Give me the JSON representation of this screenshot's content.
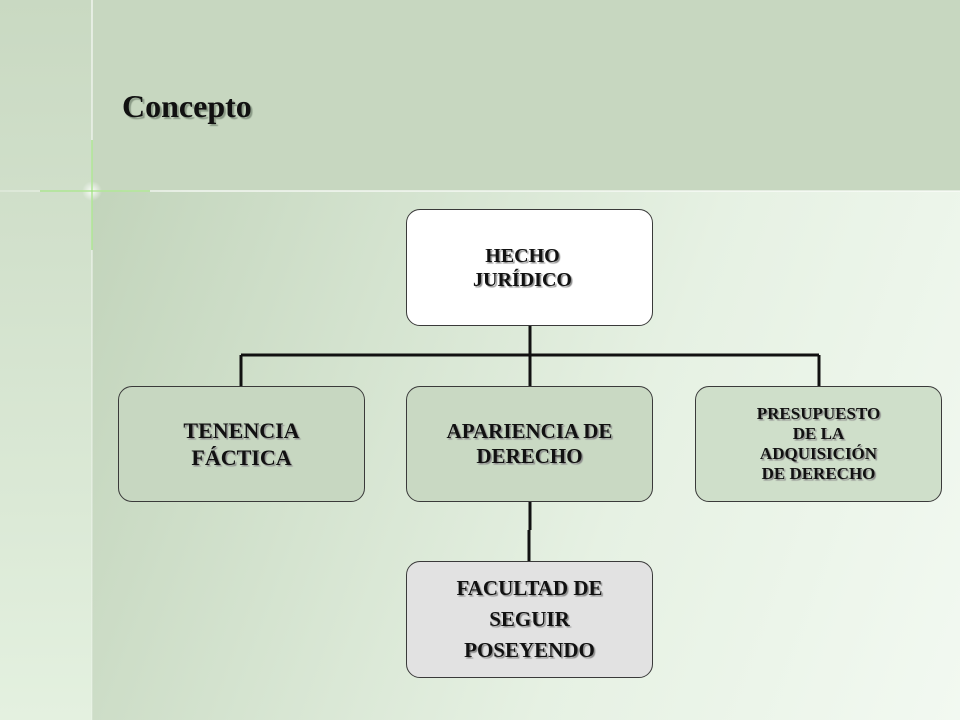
{
  "title": "Concepto",
  "nodes": {
    "hecho_juridico": "HECHO\nJURÍDICO",
    "tenencia_factica": "TENENCIA\nFÁCTICA",
    "apariencia_derecho": "APARIENCIA DE\nDERECHO",
    "presupuesto": "PRESUPUESTO\nDE LA\nADQUISICIÓN\nDE DERECHO",
    "facultad": "FACULTAD DE\nSEGUIR\nPOSEYENDO"
  },
  "colors": {
    "connector": "#111111",
    "node_border": "#3a3a3a",
    "background": "#c8d8c1"
  }
}
